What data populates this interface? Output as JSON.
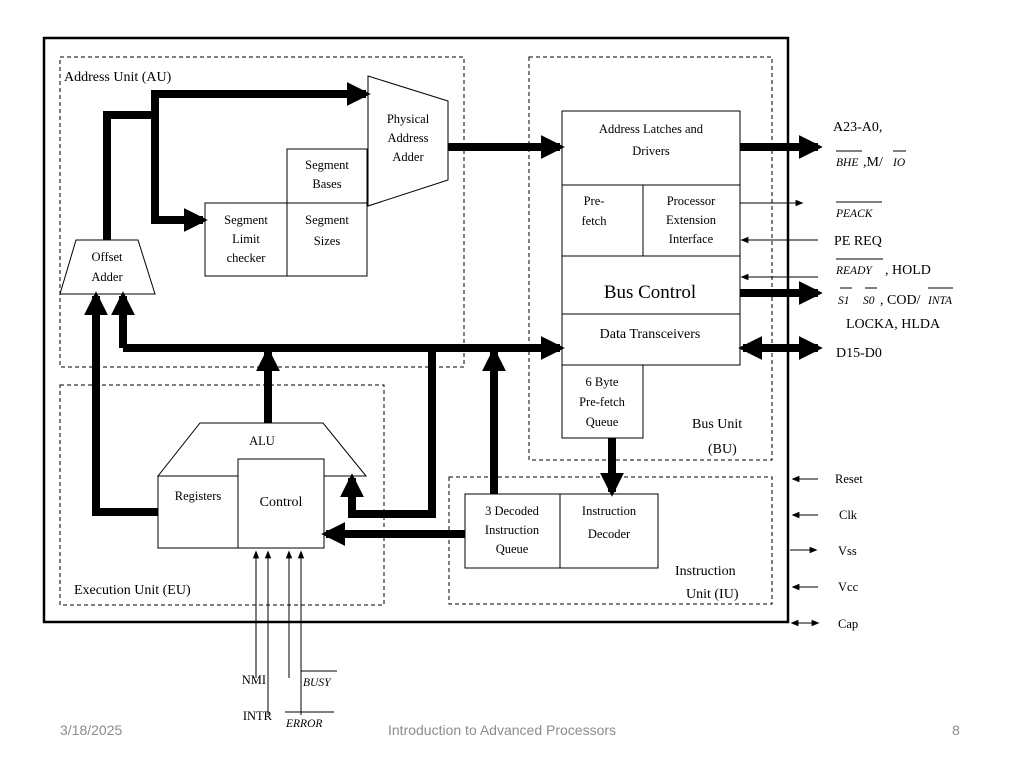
{
  "units": {
    "address": "Address Unit (AU)",
    "execution": "Execution Unit (EU)",
    "bus_line1": "Bus Unit",
    "bus_line2": "(BU)",
    "instruction_line1": "Instruction",
    "instruction_line2": "Unit (IU)"
  },
  "blocks": {
    "physical_adder": [
      "Physical",
      "Address",
      "Adder"
    ],
    "segment_bases": [
      "Segment",
      "Bases"
    ],
    "segment_sizes": [
      "Segment",
      "Sizes"
    ],
    "segment_limit": [
      "Segment",
      "Limit",
      "checker"
    ],
    "offset_adder": [
      "Offset",
      "Adder"
    ],
    "address_latches": [
      "Address Latches and",
      "Drivers"
    ],
    "prefetch": [
      "Pre-",
      "fetch"
    ],
    "processor_ext": [
      "Processor",
      "Extension",
      "Interface"
    ],
    "bus_control": "Bus Control",
    "data_transceivers": "Data Transceivers",
    "prefetch_queue": [
      "6 Byte",
      "Pre-fetch",
      "Queue"
    ],
    "alu": "ALU",
    "registers": "Registers",
    "control": "Control",
    "decoded_queue": [
      "3 Decoded",
      "Instruction",
      "Queue"
    ],
    "instruction_decoder": [
      "Instruction",
      "Decoder"
    ]
  },
  "signals": {
    "address_bus": "A23-A0,",
    "bhe": "BHE",
    "mio": ",M/",
    "io": "IO",
    "peack": "PEACK",
    "pe_req": "PE REQ",
    "ready": "READY",
    "hold": ", HOLD",
    "s1": "S1",
    "s0": "S0",
    "cod": ", COD/",
    "inta": "INTA",
    "lock_hlda": "LOCKA, HLDA",
    "data_bus": "D15-D0",
    "reset": "Reset",
    "clk": "Clk",
    "vss": "Vss",
    "vcc": "Vcc",
    "cap": "Cap",
    "nmi": "NMI",
    "intr": "INTR",
    "busy": "BUSY",
    "error": "ERROR"
  },
  "footer": {
    "date": "3/18/2025",
    "title": "Introduction to Advanced Processors",
    "page": "8"
  }
}
